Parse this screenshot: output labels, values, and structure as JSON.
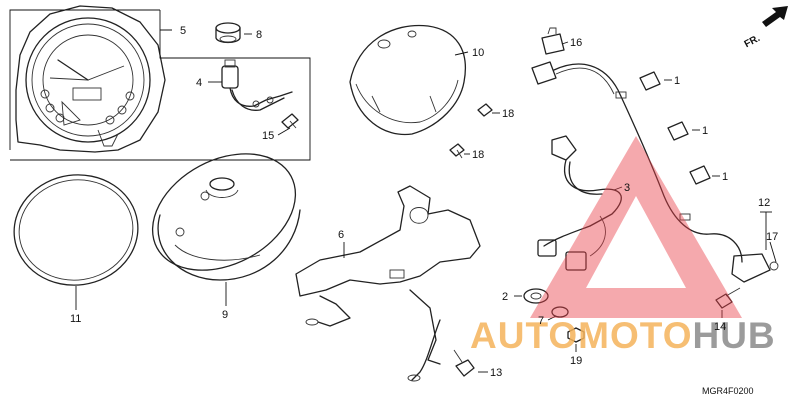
{
  "diagram": {
    "callouts": [
      {
        "id": "c1a",
        "label": "1"
      },
      {
        "id": "c1b",
        "label": "1"
      },
      {
        "id": "c1c",
        "label": "1"
      },
      {
        "id": "c2",
        "label": "2"
      },
      {
        "id": "c3",
        "label": "3"
      },
      {
        "id": "c4",
        "label": "4"
      },
      {
        "id": "c5",
        "label": "5"
      },
      {
        "id": "c6",
        "label": "6"
      },
      {
        "id": "c7",
        "label": "7"
      },
      {
        "id": "c8",
        "label": "8"
      },
      {
        "id": "c9",
        "label": "9"
      },
      {
        "id": "c10",
        "label": "10"
      },
      {
        "id": "c11",
        "label": "11"
      },
      {
        "id": "c12",
        "label": "12"
      },
      {
        "id": "c13",
        "label": "13"
      },
      {
        "id": "c14",
        "label": "14"
      },
      {
        "id": "c15",
        "label": "15"
      },
      {
        "id": "c16",
        "label": "16"
      },
      {
        "id": "c17",
        "label": "17"
      },
      {
        "id": "c18a",
        "label": "18"
      },
      {
        "id": "c18b",
        "label": "18"
      },
      {
        "id": "c19",
        "label": "19"
      }
    ],
    "direction_label": "FR.",
    "figure_code": "MGR4F0200"
  },
  "watermark": {
    "part1": "AUTO",
    "part2": "MOTO",
    "part3": "HUB",
    "color_orange": "#f4b35a",
    "color_gray": "#8a8a8a",
    "color_red": "#e8404a"
  }
}
